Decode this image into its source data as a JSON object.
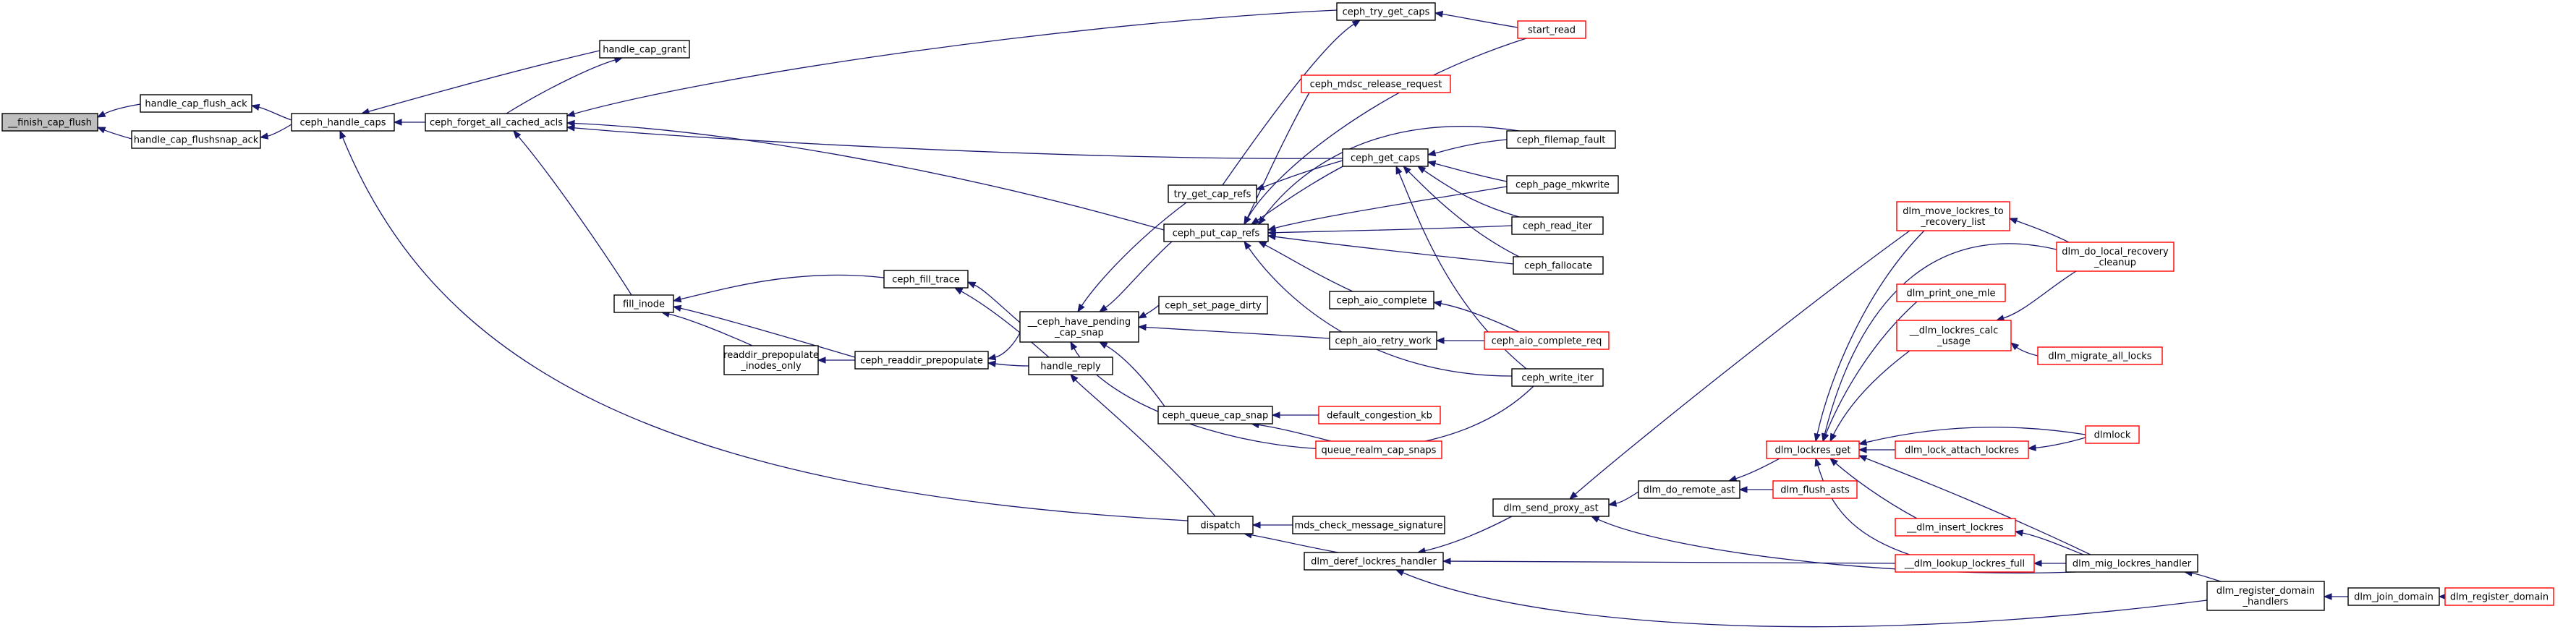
{
  "diagram": {
    "kind": "call-graph",
    "colors": {
      "edge": "#191970",
      "edge_arrow": "#191970",
      "node_border_normal": "#000000",
      "node_border_truncated": "#ff0000",
      "node_fill": "#ffffff",
      "root_fill": "#bfbfbf",
      "text": "#000000"
    },
    "nodes": [
      {
        "id": "finish_cap_flush",
        "lines": [
          "__finish_cap_flush"
        ],
        "style": "root"
      },
      {
        "id": "handle_cap_flush_ack",
        "lines": [
          "handle_cap_flush_ack"
        ],
        "style": "normal"
      },
      {
        "id": "handle_cap_flushsnap_ack",
        "lines": [
          "handle_cap_flushsnap_ack"
        ],
        "style": "normal"
      },
      {
        "id": "ceph_handle_caps",
        "lines": [
          "ceph_handle_caps"
        ],
        "style": "normal"
      },
      {
        "id": "handle_cap_grant",
        "lines": [
          "handle_cap_grant"
        ],
        "style": "normal"
      },
      {
        "id": "ceph_forget_all_cached_acls",
        "lines": [
          "ceph_forget_all_cached_acls"
        ],
        "style": "normal"
      },
      {
        "id": "fill_inode",
        "lines": [
          "fill_inode"
        ],
        "style": "normal"
      },
      {
        "id": "readdir_prepopulate_inodes_only",
        "lines": [
          "readdir_prepopulate",
          "_inodes_only"
        ],
        "style": "normal"
      },
      {
        "id": "ceph_fill_trace",
        "lines": [
          "ceph_fill_trace"
        ],
        "style": "normal"
      },
      {
        "id": "ceph_readdir_prepopulate",
        "lines": [
          "ceph_readdir_prepopulate"
        ],
        "style": "normal"
      },
      {
        "id": "ceph_have_pending_cap_snap",
        "lines": [
          "__ceph_have_pending",
          "_cap_snap"
        ],
        "style": "normal"
      },
      {
        "id": "handle_reply",
        "lines": [
          "handle_reply"
        ],
        "style": "normal"
      },
      {
        "id": "dispatch",
        "lines": [
          "dispatch"
        ],
        "style": "normal"
      },
      {
        "id": "ceph_try_get_caps",
        "lines": [
          "ceph_try_get_caps"
        ],
        "style": "normal"
      },
      {
        "id": "start_read",
        "lines": [
          "start_read"
        ],
        "style": "truncated"
      },
      {
        "id": "ceph_mdsc_release_request",
        "lines": [
          "ceph_mdsc_release_request"
        ],
        "style": "truncated"
      },
      {
        "id": "try_get_cap_refs",
        "lines": [
          "try_get_cap_refs"
        ],
        "style": "normal"
      },
      {
        "id": "ceph_get_caps",
        "lines": [
          "ceph_get_caps"
        ],
        "style": "normal"
      },
      {
        "id": "ceph_filemap_fault",
        "lines": [
          "ceph_filemap_fault"
        ],
        "style": "normal"
      },
      {
        "id": "ceph_page_mkwrite",
        "lines": [
          "ceph_page_mkwrite"
        ],
        "style": "normal"
      },
      {
        "id": "ceph_read_iter",
        "lines": [
          "ceph_read_iter"
        ],
        "style": "normal"
      },
      {
        "id": "ceph_fallocate",
        "lines": [
          "ceph_fallocate"
        ],
        "style": "normal"
      },
      {
        "id": "ceph_put_cap_refs",
        "lines": [
          "ceph_put_cap_refs"
        ],
        "style": "normal"
      },
      {
        "id": "ceph_set_page_dirty",
        "lines": [
          "ceph_set_page_dirty"
        ],
        "style": "normal"
      },
      {
        "id": "ceph_aio_complete",
        "lines": [
          "ceph_aio_complete"
        ],
        "style": "normal"
      },
      {
        "id": "ceph_aio_retry_work",
        "lines": [
          "ceph_aio_retry_work"
        ],
        "style": "normal"
      },
      {
        "id": "ceph_aio_complete_req",
        "lines": [
          "ceph_aio_complete_req"
        ],
        "style": "truncated"
      },
      {
        "id": "ceph_write_iter",
        "lines": [
          "ceph_write_iter"
        ],
        "style": "normal"
      },
      {
        "id": "ceph_queue_cap_snap",
        "lines": [
          "ceph_queue_cap_snap"
        ],
        "style": "normal"
      },
      {
        "id": "default_congestion_kb",
        "lines": [
          "default_congestion_kb"
        ],
        "style": "truncated"
      },
      {
        "id": "queue_realm_cap_snaps",
        "lines": [
          "queue_realm_cap_snaps"
        ],
        "style": "truncated"
      },
      {
        "id": "mds_check_message_signature",
        "lines": [
          "mds_check_message_signature"
        ],
        "style": "normal"
      },
      {
        "id": "dlm_deref_lockres_handler",
        "lines": [
          "dlm_deref_lockres_handler"
        ],
        "style": "normal"
      },
      {
        "id": "dlm_send_proxy_ast",
        "lines": [
          "dlm_send_proxy_ast"
        ],
        "style": "normal"
      },
      {
        "id": "dlm_do_remote_ast",
        "lines": [
          "dlm_do_remote_ast"
        ],
        "style": "normal"
      },
      {
        "id": "dlm_flush_asts",
        "lines": [
          "dlm_flush_asts"
        ],
        "style": "truncated"
      },
      {
        "id": "dlm_lockres_get",
        "lines": [
          "dlm_lockres_get"
        ],
        "style": "truncated"
      },
      {
        "id": "dlm_move_lockres_to_recovery_list",
        "lines": [
          "dlm_move_lockres_to",
          "_recovery_list"
        ],
        "style": "truncated"
      },
      {
        "id": "dlm_do_local_recovery_cleanup",
        "lines": [
          "dlm_do_local_recovery",
          "_cleanup"
        ],
        "style": "truncated"
      },
      {
        "id": "dlm_print_one_mle",
        "lines": [
          "dlm_print_one_mle"
        ],
        "style": "truncated"
      },
      {
        "id": "dlm_lockres_calc_usage",
        "lines": [
          "__dlm_lockres_calc",
          "_usage"
        ],
        "style": "truncated"
      },
      {
        "id": "dlm_migrate_all_locks",
        "lines": [
          "dlm_migrate_all_locks"
        ],
        "style": "truncated"
      },
      {
        "id": "dlm_lock_attach_lockres",
        "lines": [
          "dlm_lock_attach_lockres"
        ],
        "style": "truncated"
      },
      {
        "id": "dlmlock",
        "lines": [
          "dlmlock"
        ],
        "style": "truncated"
      },
      {
        "id": "dlm_insert_lockres",
        "lines": [
          "__dlm_insert_lockres"
        ],
        "style": "truncated"
      },
      {
        "id": "dlm_lookup_lockres_full",
        "lines": [
          "__dlm_lookup_lockres_full"
        ],
        "style": "truncated"
      },
      {
        "id": "dlm_mig_lockres_handler",
        "lines": [
          "dlm_mig_lockres_handler"
        ],
        "style": "normal"
      },
      {
        "id": "dlm_register_domain_handlers",
        "lines": [
          "dlm_register_domain",
          "_handlers"
        ],
        "style": "normal"
      },
      {
        "id": "dlm_join_domain",
        "lines": [
          "dlm_join_domain"
        ],
        "style": "normal"
      },
      {
        "id": "dlm_register_domain",
        "lines": [
          "dlm_register_domain"
        ],
        "style": "truncated"
      }
    ],
    "edges": [
      [
        "handle_cap_flush_ack",
        "finish_cap_flush"
      ],
      [
        "handle_cap_flushsnap_ack",
        "finish_cap_flush"
      ],
      [
        "ceph_handle_caps",
        "handle_cap_flush_ack"
      ],
      [
        "ceph_handle_caps",
        "handle_cap_flushsnap_ack"
      ],
      [
        "handle_cap_grant",
        "ceph_handle_caps"
      ],
      [
        "ceph_forget_all_cached_acls",
        "ceph_handle_caps"
      ],
      [
        "ceph_forget_all_cached_acls",
        "handle_cap_grant"
      ],
      [
        "ceph_try_get_caps",
        "ceph_forget_all_cached_acls"
      ],
      [
        "ceph_get_caps",
        "ceph_forget_all_cached_acls"
      ],
      [
        "ceph_put_cap_refs",
        "ceph_forget_all_cached_acls"
      ],
      [
        "fill_inode",
        "ceph_forget_all_cached_acls"
      ],
      [
        "ceph_fill_trace",
        "fill_inode"
      ],
      [
        "ceph_readdir_prepopulate",
        "fill_inode"
      ],
      [
        "readdir_prepopulate_inodes_only",
        "fill_inode"
      ],
      [
        "ceph_readdir_prepopulate",
        "readdir_prepopulate_inodes_only"
      ],
      [
        "ceph_have_pending_cap_snap",
        "ceph_fill_trace"
      ],
      [
        "handle_reply",
        "ceph_fill_trace"
      ],
      [
        "ceph_have_pending_cap_snap",
        "ceph_readdir_prepopulate"
      ],
      [
        "handle_reply",
        "ceph_readdir_prepopulate"
      ],
      [
        "try_get_cap_refs",
        "ceph_have_pending_cap_snap"
      ],
      [
        "ceph_put_cap_refs",
        "ceph_have_pending_cap_snap"
      ],
      [
        "ceph_set_page_dirty",
        "ceph_have_pending_cap_snap"
      ],
      [
        "ceph_aio_retry_work",
        "ceph_have_pending_cap_snap"
      ],
      [
        "ceph_queue_cap_snap",
        "ceph_have_pending_cap_snap"
      ],
      [
        "ceph_write_iter",
        "ceph_have_pending_cap_snap"
      ],
      [
        "dispatch",
        "handle_reply"
      ],
      [
        "dispatch",
        "ceph_handle_caps"
      ],
      [
        "mds_check_message_signature",
        "dispatch"
      ],
      [
        "dlm_deref_lockres_handler",
        "dispatch"
      ],
      [
        "start_read",
        "ceph_try_get_caps"
      ],
      [
        "try_get_cap_refs",
        "ceph_try_get_caps"
      ],
      [
        "ceph_get_caps",
        "try_get_cap_refs"
      ],
      [
        "ceph_filemap_fault",
        "ceph_get_caps"
      ],
      [
        "ceph_page_mkwrite",
        "ceph_get_caps"
      ],
      [
        "ceph_read_iter",
        "ceph_get_caps"
      ],
      [
        "ceph_fallocate",
        "ceph_get_caps"
      ],
      [
        "ceph_write_iter",
        "ceph_get_caps"
      ],
      [
        "start_read",
        "ceph_put_cap_refs"
      ],
      [
        "ceph_mdsc_release_request",
        "ceph_put_cap_refs"
      ],
      [
        "ceph_get_caps",
        "ceph_put_cap_refs"
      ],
      [
        "ceph_filemap_fault",
        "ceph_put_cap_refs"
      ],
      [
        "ceph_page_mkwrite",
        "ceph_put_cap_refs"
      ],
      [
        "ceph_read_iter",
        "ceph_put_cap_refs"
      ],
      [
        "ceph_fallocate",
        "ceph_put_cap_refs"
      ],
      [
        "ceph_aio_complete",
        "ceph_put_cap_refs"
      ],
      [
        "ceph_write_iter",
        "ceph_put_cap_refs"
      ],
      [
        "ceph_aio_complete_req",
        "ceph_aio_complete"
      ],
      [
        "ceph_aio_complete_req",
        "ceph_aio_retry_work"
      ],
      [
        "default_congestion_kb",
        "ceph_queue_cap_snap"
      ],
      [
        "queue_realm_cap_snaps",
        "ceph_queue_cap_snap"
      ],
      [
        "dlm_send_proxy_ast",
        "dlm_deref_lockres_handler"
      ],
      [
        "dlm_lookup_lockres_full",
        "dlm_deref_lockres_handler"
      ],
      [
        "dlm_register_domain_handlers",
        "dlm_deref_lockres_handler"
      ],
      [
        "dlm_do_remote_ast",
        "dlm_send_proxy_ast"
      ],
      [
        "dlm_move_lockres_to_recovery_list",
        "dlm_send_proxy_ast"
      ],
      [
        "dlm_mig_lockres_handler",
        "dlm_send_proxy_ast"
      ],
      [
        "dlm_flush_asts",
        "dlm_do_remote_ast"
      ],
      [
        "dlm_lockres_get",
        "dlm_do_remote_ast"
      ],
      [
        "dlm_move_lockres_to_recovery_list",
        "dlm_lockres_get"
      ],
      [
        "dlm_do_local_recovery_cleanup",
        "dlm_lockres_get"
      ],
      [
        "dlm_print_one_mle",
        "dlm_lockres_get"
      ],
      [
        "dlm_lockres_calc_usage",
        "dlm_lockres_get"
      ],
      [
        "dlm_lock_attach_lockres",
        "dlm_lockres_get"
      ],
      [
        "dlmlock",
        "dlm_lockres_get"
      ],
      [
        "dlm_insert_lockres",
        "dlm_lockres_get"
      ],
      [
        "dlm_lookup_lockres_full",
        "dlm_lockres_get"
      ],
      [
        "dlm_mig_lockres_handler",
        "dlm_lockres_get"
      ],
      [
        "dlm_do_local_recovery_cleanup",
        "dlm_move_lockres_to_recovery_list"
      ],
      [
        "dlm_migrate_all_locks",
        "dlm_lockres_calc_usage"
      ],
      [
        "dlm_do_local_recovery_cleanup",
        "dlm_lockres_calc_usage"
      ],
      [
        "dlmlock",
        "dlm_lock_attach_lockres"
      ],
      [
        "dlm_mig_lockres_handler",
        "dlm_insert_lockres"
      ],
      [
        "dlm_mig_lockres_handler",
        "dlm_lookup_lockres_full"
      ],
      [
        "dlm_register_domain_handlers",
        "dlm_mig_lockres_handler"
      ],
      [
        "dlm_join_domain",
        "dlm_register_domain_handlers"
      ],
      [
        "dlm_register_domain",
        "dlm_join_domain"
      ]
    ]
  }
}
